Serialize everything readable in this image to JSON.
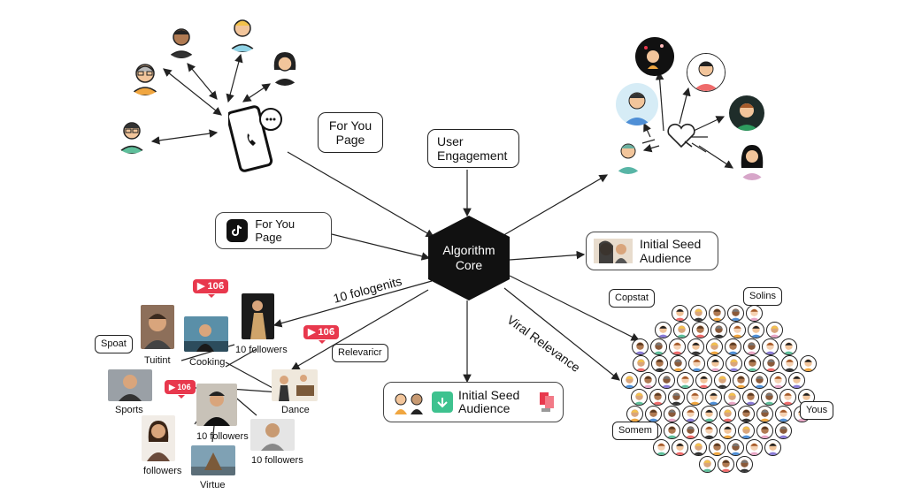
{
  "center": {
    "line1": "Algorithm",
    "line2": "Core"
  },
  "callouts": {
    "for_you_top": {
      "line1": "For You",
      "line2": "Page"
    },
    "user_engagement": {
      "line1": "User",
      "line2": "Engagement"
    },
    "for_you_mid": "For You Page",
    "seed_right": {
      "line1": "Initial Seed",
      "line2": "Audience"
    },
    "seed_bottom": {
      "line1": "Initial Seed",
      "line2": "Audience"
    }
  },
  "edge_labels": {
    "followers_count": "10 fologenits",
    "viral": "Viral Relevance"
  },
  "left_cluster": {
    "badges": [
      "▶ 10ϐ",
      "▶ 10ϐ",
      "▶ 10ϐ"
    ],
    "bubbles": {
      "spoat": "Spoat",
      "relevancer": "Relevaricr"
    },
    "labels": {
      "tuitint": "Tuitint",
      "cooking": "Cooking",
      "followers_a": "10 followers",
      "sports": "Sports",
      "dance": "Dance",
      "followers_b": "10 followers",
      "followers_c": "followers",
      "followers_d": "10 followers",
      "virtue": "Virtue"
    }
  },
  "crowd_bubbles": {
    "copstat": "Copstat",
    "solins": "Solins",
    "yous": "Yous",
    "somem": "Somem"
  },
  "colors": {
    "core": "#111111",
    "badge": "#e8384d",
    "seed_icon": "#3ec28f",
    "skin": "#f2c59b"
  }
}
